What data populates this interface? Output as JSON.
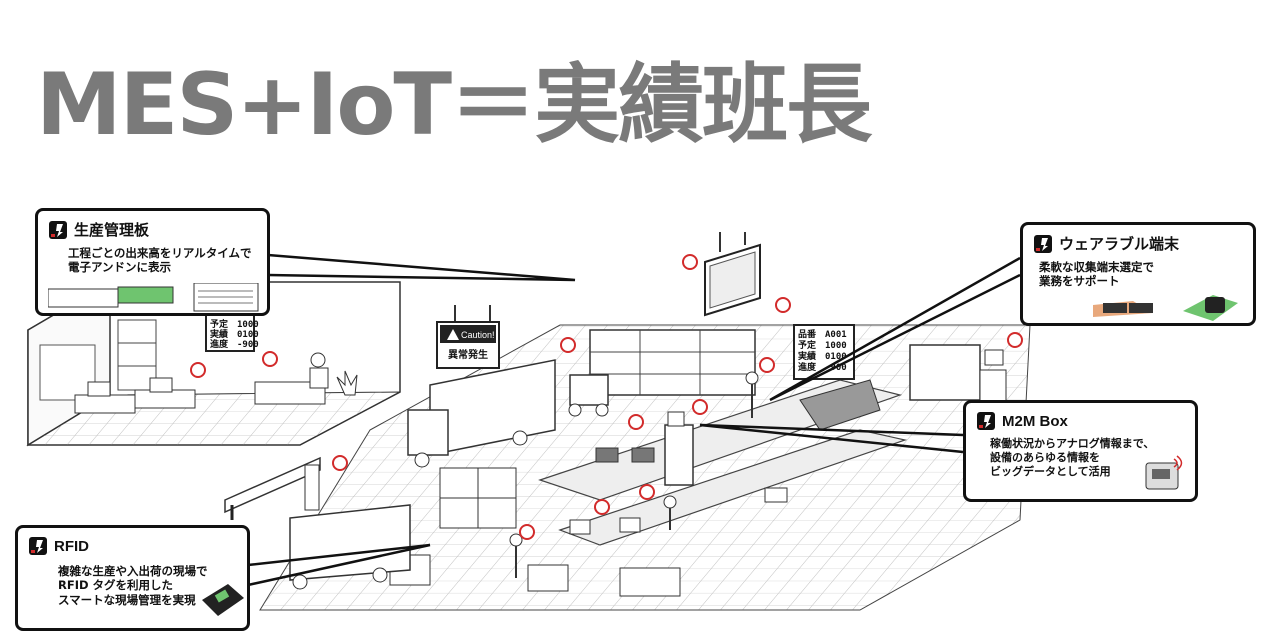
{
  "title": "MES+IoT＝実績班長",
  "callouts": {
    "board": {
      "heading": "生産管理板",
      "desc": "工程ごとの出来高をリアルタイムで\n電子アンドンに表示"
    },
    "wearable": {
      "heading": "ウェアラブル端末",
      "desc": "柔軟な収集端末選定で\n業務をサポート"
    },
    "m2m": {
      "heading": "M2M Box",
      "desc": "稼働状況からアナログ情報まで、\n設備のあらゆる情報を\nビッグデータとして活用"
    },
    "rfid": {
      "heading": "RFID",
      "desc": "複雑な生産や入出荷の現場で\nRFID タグを利用した\nスマートな現場管理を実現"
    }
  },
  "signs": {
    "caution": {
      "label": "Caution!",
      "text": "異常発生"
    },
    "office_board": {
      "row1": "予定　1000",
      "row2": "実績　0100",
      "row3": "進度　-900"
    },
    "floor_board": {
      "row1": "品番　A001",
      "row2": "予定　1000",
      "row3": "実績　0100",
      "row4": "進度　-900"
    }
  },
  "colors": {
    "title": "#7a7a7a",
    "border": "#111111",
    "accent_red": "#d22b2b",
    "line": "#333333"
  }
}
